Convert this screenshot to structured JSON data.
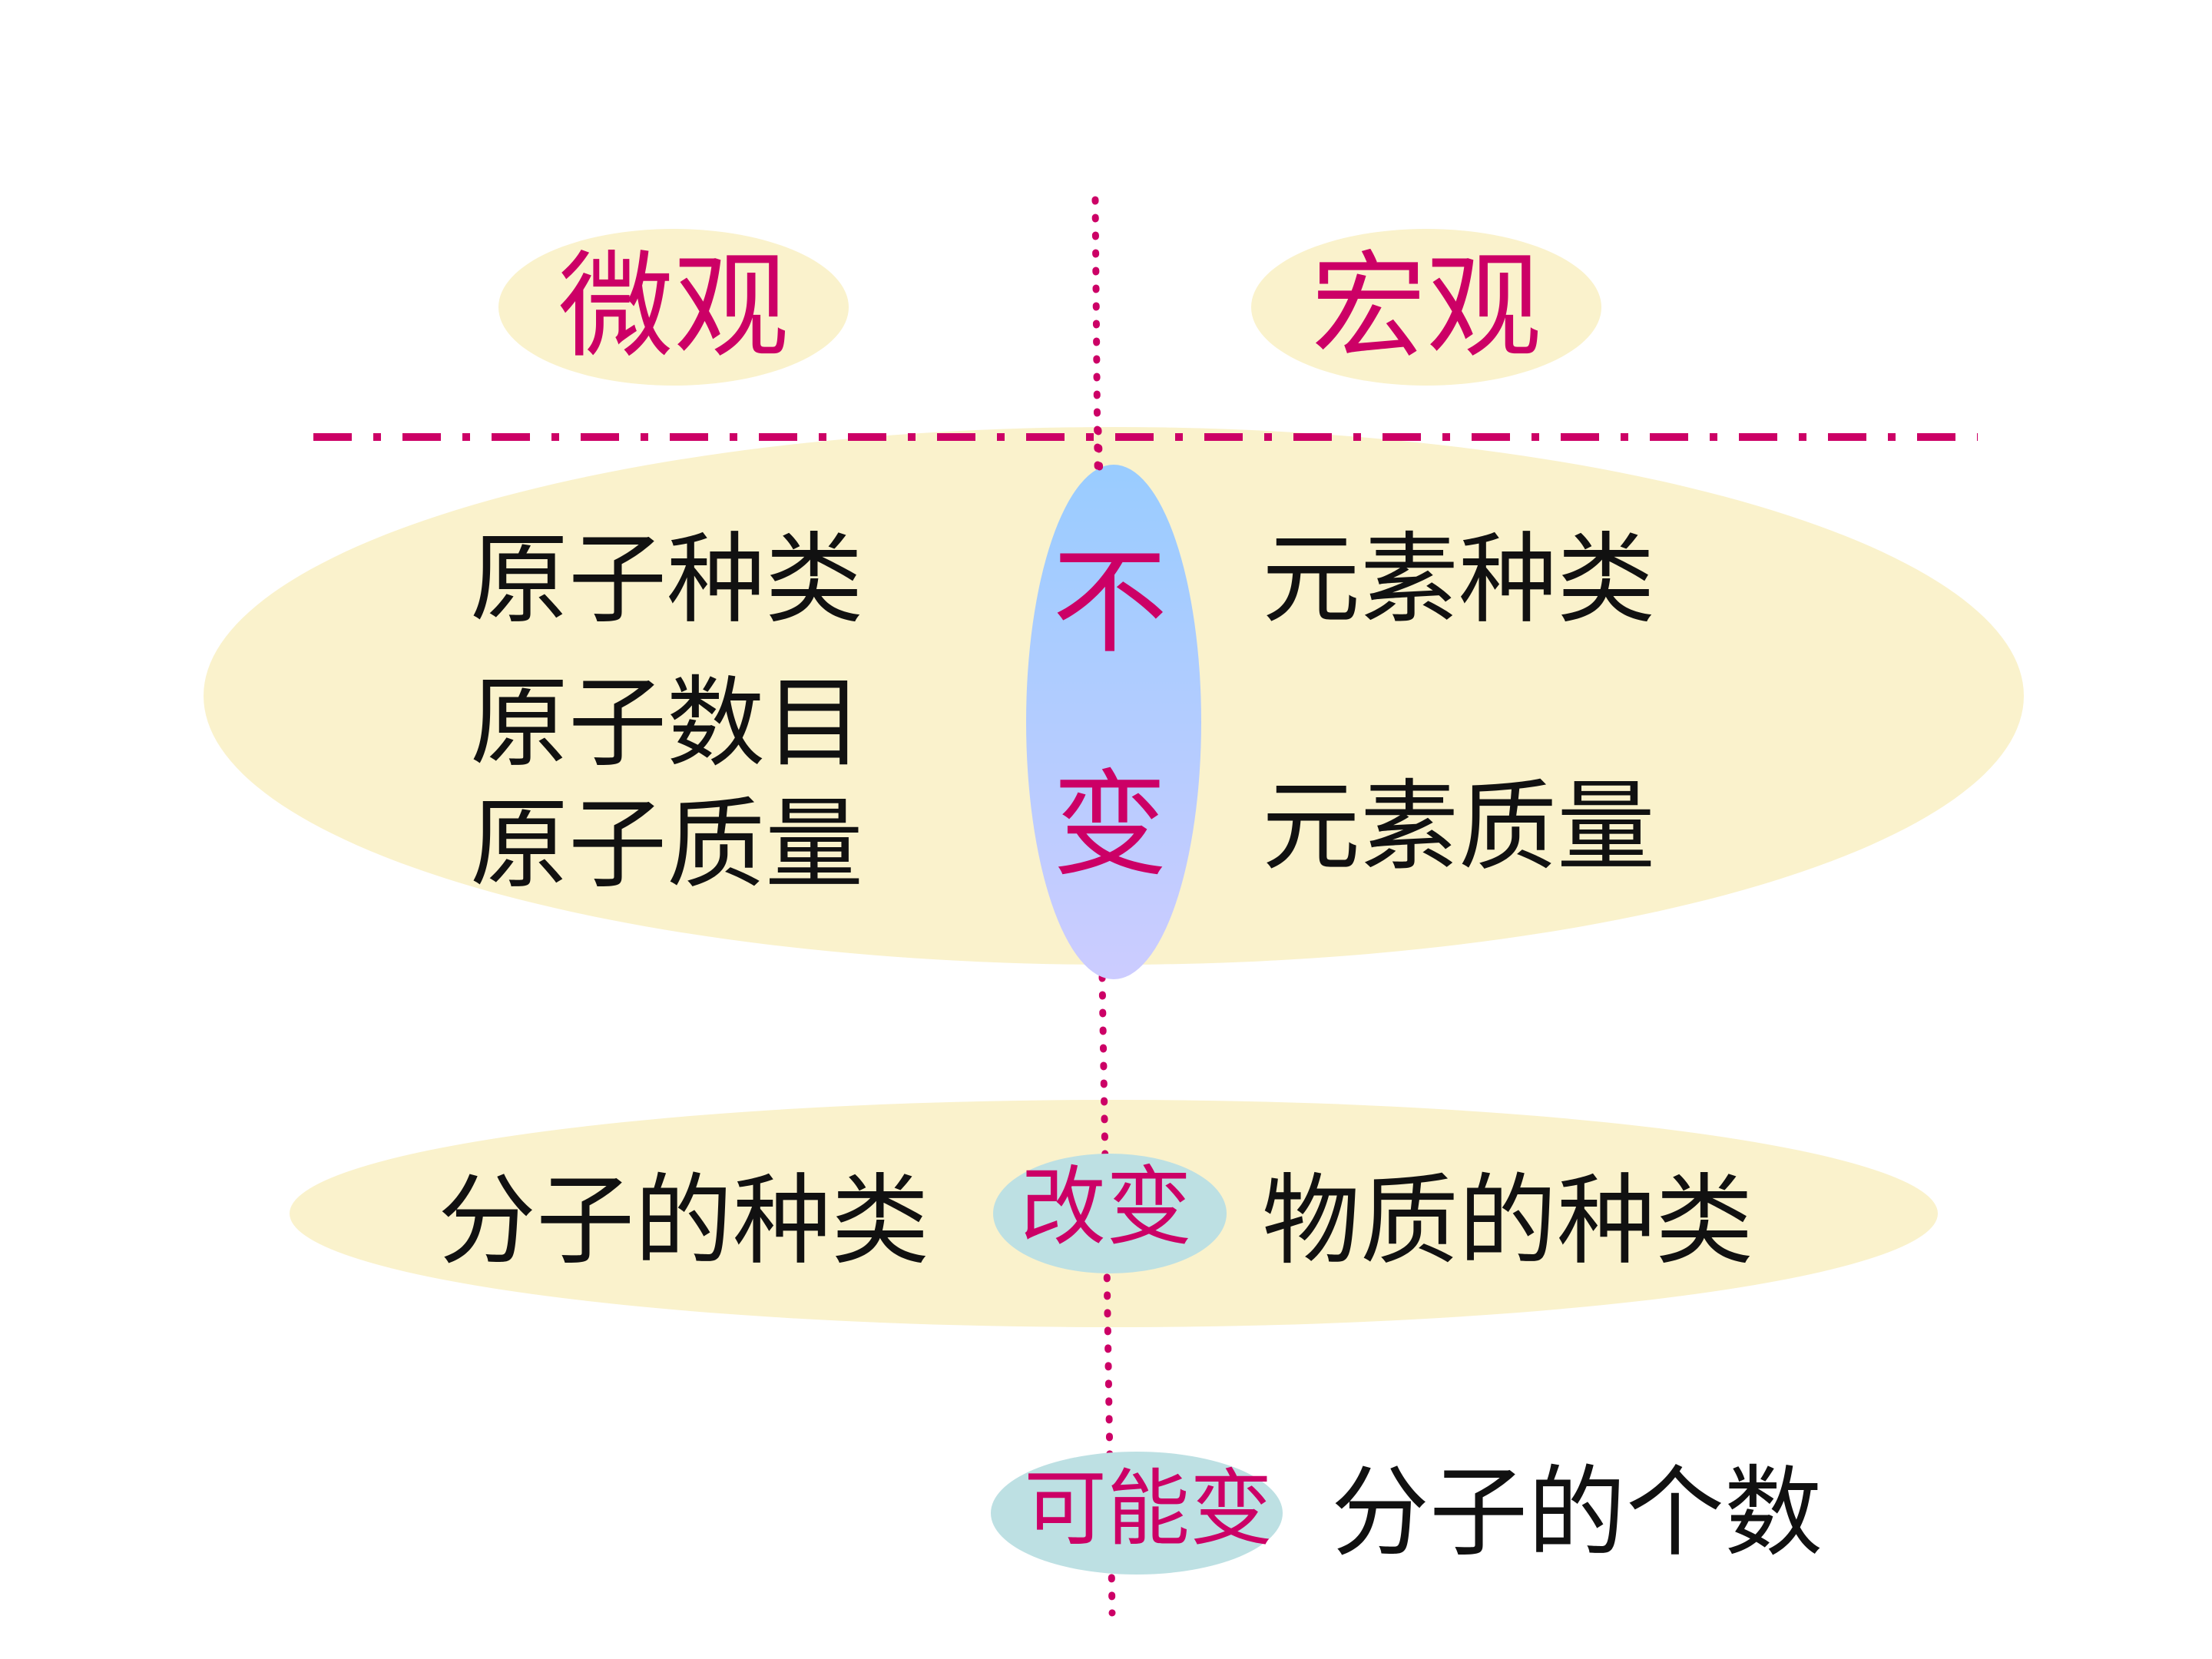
{
  "headers": {
    "micro": "微观",
    "macro": "宏观"
  },
  "unchanged": {
    "badge_top": "不",
    "badge_bottom": "变",
    "micro_items": [
      "原子种类",
      "原子数目",
      "原子质量"
    ],
    "macro_items": [
      "元素种类",
      "元素质量"
    ]
  },
  "changed": {
    "badge": "改变",
    "micro": "分子的种类",
    "macro": "物质的种类"
  },
  "may_change": {
    "badge": "可能变",
    "item": "分子的个数"
  },
  "colors": {
    "ellipse_fill": "#faf2cc",
    "accent_magenta": "#cc0066",
    "badge_teal": "#bde0e3",
    "gradient_top": "#99ccff",
    "gradient_bottom": "#ccccff",
    "text": "#111111"
  }
}
